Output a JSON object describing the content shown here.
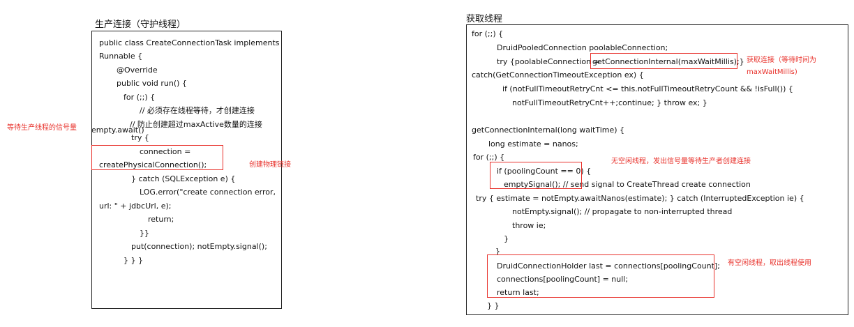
{
  "left": {
    "title": "生产连接（守护线程）",
    "lines": [
      "public class CreateConnectionTask implements",
      "Runnable {",
      "@Override",
      "public void run() {",
      "for (;;) {",
      "// 必须存在线程等待，才创建连接",
      "// 防止创建超过maxActive数量的连接",
      "empty.await()",
      "try {",
      "connection =",
      "createPhysicalConnection();",
      "} catch (SQLException e) {",
      "LOG.error(\"create connection error,",
      "url: \" + jdbcUrl, e);",
      "return;",
      "}}",
      "put(connection);  notEmpty.signal();",
      "} } }"
    ],
    "notes": {
      "wait_signal": "等待生产线程的信号量",
      "create_physical": "创建物理链接"
    }
  },
  "right": {
    "title": "获取线程",
    "lines": [
      "for (;;) {",
      "DruidPooledConnection poolableConnection;",
      "try {poolableConnection = ",
      "getConnectionInternal(maxWaitMillis);}",
      "catch(GetConnectionTimeoutException ex) {",
      "if (notFullTimeoutRetryCnt <= this.notFullTimeoutRetryCount && !isFull()) {",
      "notFullTimeoutRetryCnt++;continue;  } throw ex;   }",
      "getConnectionInternal(long waitTime)  {",
      "long estimate = nanos;",
      "for (;;) {",
      "if (poolingCount == 0) {",
      "emptySignal(); // send signal to CreateThread create connection",
      "try {  estimate = notEmpty.awaitNanos(estimate);   } catch (InterruptedException ie) {",
      "notEmpty.signal(); // propagate to non-interrupted thread",
      "throw ie;",
      "}",
      "}",
      "DruidConnectionHolder last = connections[poolingCount];",
      "connections[poolingCount] = null;",
      "return last;",
      "} }"
    ],
    "notes": {
      "get_conn_1": "获取连接（等待时间为",
      "get_conn_2": "maxWaitMillis)",
      "no_idle": "无空闲线程，发出信号量等待生产者创建连接",
      "has_idle": "有空闲线程，取出线程使用"
    }
  },
  "colors": {
    "annotation": "#e8302a",
    "border": "#222222",
    "text": "#111111"
  }
}
